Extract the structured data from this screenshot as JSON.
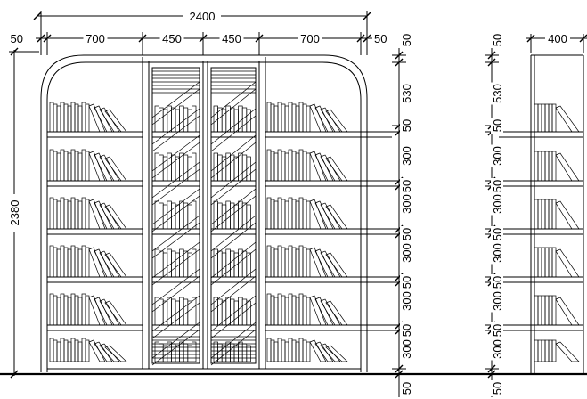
{
  "front_elevation": {
    "overall_width": "2400",
    "overall_height": "2380",
    "width_segments": [
      "50",
      "700",
      "450",
      "450",
      "700",
      "50"
    ],
    "height_segments": [
      "50",
      "530",
      "50",
      "300",
      "50",
      "300",
      "50",
      "300",
      "50",
      "300",
      "50",
      "300",
      "50"
    ]
  },
  "side_elevation": {
    "depth": "400",
    "height_segments": [
      "50",
      "530",
      "50",
      "300",
      "50",
      "300",
      "50",
      "300",
      "50",
      "300",
      "50",
      "300",
      "50"
    ]
  },
  "colors": {
    "line": "#000000",
    "background": "#ffffff"
  }
}
